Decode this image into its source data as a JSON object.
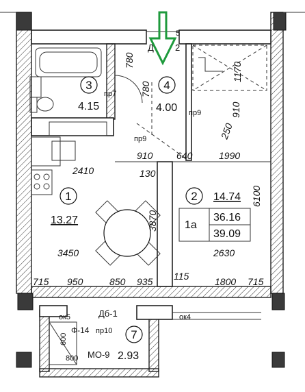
{
  "rooms": [
    {
      "number": "3",
      "area": "4.15"
    },
    {
      "number": "4",
      "area": "4.00"
    },
    {
      "number": "1",
      "area": "13.27"
    },
    {
      "number": "2",
      "area": "14.74"
    },
    {
      "number": "7",
      "area": "2.93"
    }
  ],
  "apartment": {
    "type": "1a",
    "living_area": "36.16",
    "total_area": "39.09"
  },
  "dimensions": [
    "780",
    "780",
    "1170",
    "910",
    "250",
    "1990",
    "910",
    "640",
    "2410",
    "130",
    "3870",
    "6100",
    "3450",
    "2630",
    "715",
    "950",
    "850",
    "935",
    "115",
    "1800",
    "715",
    "600",
    "800"
  ],
  "openings": [
    "пр7",
    "пр9",
    "пр9",
    "пр10",
    "ок5",
    "ок4",
    "Дб-1",
    "Д",
    "2",
    "5"
  ],
  "equipment": [
    "Ф-14",
    "МО-9"
  ],
  "arrow": {
    "color": "#1e9a3c",
    "direction": "down"
  }
}
